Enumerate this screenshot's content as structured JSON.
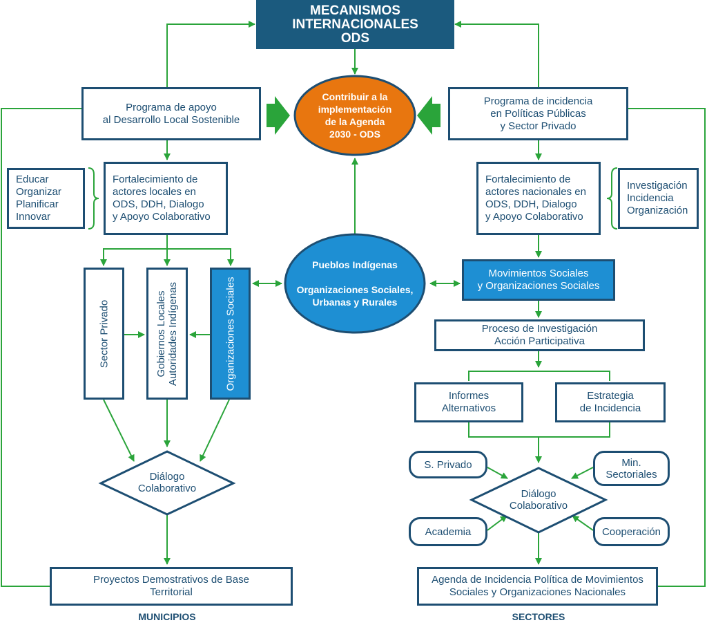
{
  "colors": {
    "navy": "#1d4e72",
    "title_bg": "#1b5a7e",
    "blue_fill": "#1e8fd3",
    "orange": "#e8760f",
    "green": "#2aa43a"
  },
  "top": {
    "title": "MECANISMOS\nINTERNACIONALES\nODS"
  },
  "center": {
    "goal": "Contribuir a la\nimplementación\nde la Agenda\n2030 - ODS",
    "peoples": "Pueblos Indígenas\n\nOrganizaciones Sociales,\nUrbanas y Rurales"
  },
  "left": {
    "program": "Programa de apoyo\nal Desarrollo Local Sostenible",
    "strengthening": "Fortalecimiento de\nactores locales en\nODS, DDH, Dialogo\ny Apoyo Colaborativo",
    "bracket_items": "Educar\nOrganizar\nPlanificar\nInnovar",
    "actors": [
      "Sector Privado",
      "Gobiernos Locales\nAutoridades Indígenas",
      "Organizaciones Sociales"
    ],
    "dialogue": "Diálogo\nColaborativo",
    "projects": "Proyectos Demostrativos de Base\nTerritorial",
    "footer": "MUNICIPIOS"
  },
  "right": {
    "program": "Programa de incidencia\nen Políticas Públicas\ny Sector Privado",
    "strengthening": "Fortalecimiento de\nactores nacionales en\nODS, DDH, Dialogo\ny Apoyo Colaborativo",
    "bracket_items": "Investigación\nIncidencia\nOrganización",
    "movements": "Movimientos Sociales\ny Organizaciones Sociales",
    "research": "Proceso de Investigación\nAcción Participativa",
    "reports": "Informes\nAlternativos",
    "strategy": "Estrategia\nde Incidencia",
    "stakeholders": [
      "S. Privado",
      "Min.\nSectoriales",
      "Academia",
      "Cooperación"
    ],
    "dialogue": "Diálogo\nColaborativo",
    "agenda": "Agenda de Incidencia Política de Movimientos\nSociales y Organizaciones Nacionales",
    "footer": "SECTORES"
  }
}
